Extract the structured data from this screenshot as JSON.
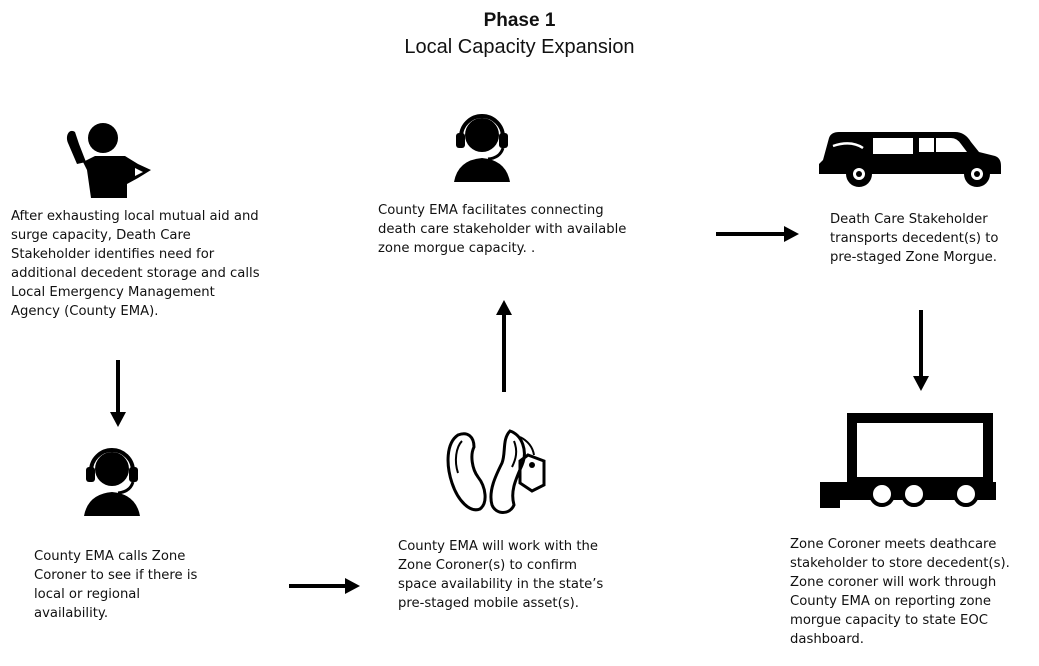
{
  "title": {
    "phase": "Phase 1",
    "subtitle": "Local Capacity Expansion"
  },
  "steps": {
    "s1": "After exhausting local mutual aid and\nsurge capacity, Death Care\nStakeholder identifies need for\nadditional decedent storage and calls\nLocal Emergency Management\nAgency (County EMA).",
    "s2": "County EMA calls Zone\nCoroner to see if there is\nlocal or regional\navailability.",
    "s3": "County EMA will work with the\nZone Coroner(s) to confirm\nspace availability in the state’s\npre-staged mobile asset(s).",
    "s4": "County EMA facilitates connecting\ndeath care stakeholder with available\nzone morgue capacity. .",
    "s5": "Death Care Stakeholder\ntransports decedent(s) to\npre-staged Zone Morgue.",
    "s6": "Zone Coroner meets deathcare\nstakeholder to store decedent(s).\nZone coroner will work through\nCounty EMA on reporting zone\nmorgue capacity to state EOC\ndashboard."
  },
  "icons": [
    "person-on-phone-icon",
    "headset-operator-icon",
    "feet-with-toe-tag-icon",
    "headset-operator-icon",
    "hearse-icon",
    "mobile-trailer-icon"
  ]
}
